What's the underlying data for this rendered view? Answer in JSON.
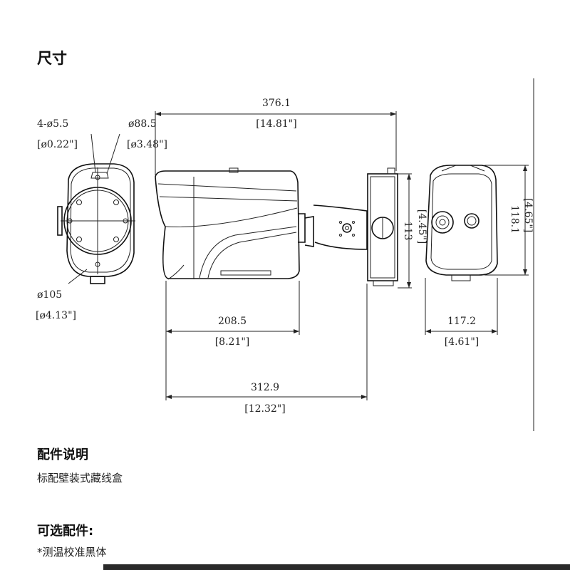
{
  "title": "尺寸",
  "dimensions": {
    "overall_length": {
      "mm": "376.1",
      "inch": "[14.81\"]"
    },
    "hole": {
      "mm": "4-ø5.5",
      "inch": "[ø0.22\"]"
    },
    "pcd": {
      "mm": "ø88.5",
      "inch": "[ø3.48\"]"
    },
    "base_diameter": {
      "mm": "ø105",
      "inch": "[ø4.13\"]"
    },
    "housing_length": {
      "mm": "208.5",
      "inch": "[8.21\"]"
    },
    "body_length": {
      "mm": "312.9",
      "inch": "[12.32\"]"
    },
    "box_height": {
      "mm": "113",
      "inch": "[4.45\"]"
    },
    "front_height": {
      "mm": "118.1",
      "inch": "[4.65\"]"
    },
    "front_width": {
      "mm": "117.2",
      "inch": "[4.61\"]"
    }
  },
  "accessories": {
    "title": "配件说明",
    "item": "标配壁装式藏线盒"
  },
  "optional": {
    "title": "可选配件:",
    "item": "*测温校准黑体"
  }
}
